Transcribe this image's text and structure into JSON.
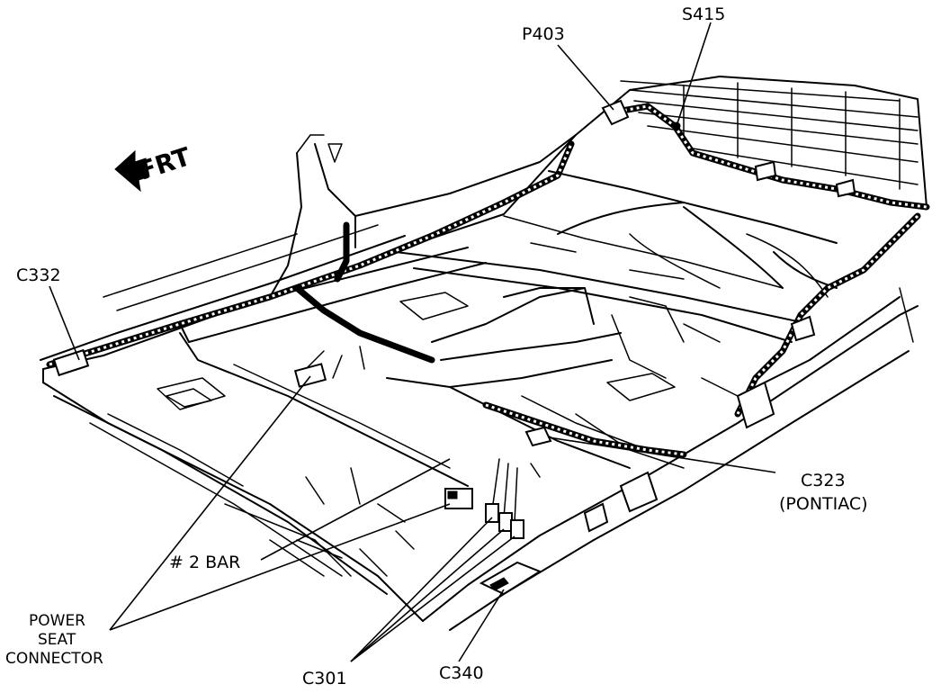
{
  "labels": {
    "p403": "P403",
    "s415": "S415",
    "frt": "FRT",
    "c332": "C332",
    "c323_line1": "C323",
    "c323_line2": "(PONTIAC)",
    "bar2": "# 2 BAR",
    "power_seat_line1": "POWER",
    "power_seat_line2": "SEAT",
    "power_seat_line3": "CONNECTOR",
    "c301": "C301",
    "c340": "C340"
  },
  "icons": {
    "front_direction": "arrow-left-icon"
  }
}
